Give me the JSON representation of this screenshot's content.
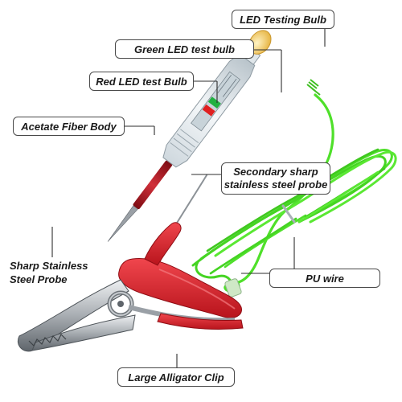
{
  "labels": {
    "led_testing_bulb": "LED Testing Bulb",
    "green_led": "Green LED test bulb",
    "red_led": "Red LED test Bulb",
    "acetate_body": "Acetate Fiber Body",
    "secondary_probe_line1": "Secondary sharp",
    "secondary_probe_line2": "stainless steel probe",
    "sharp_probe_line1": "Sharp Stainless",
    "sharp_probe_line2": "Steel Probe",
    "pu_wire": "PU  wire",
    "alligator_clip": "Large Alligator Clip"
  },
  "colors": {
    "wire_green": "#4fe02a",
    "wire_dark": "#2fb018",
    "probe_red": "#b3121d",
    "boot_red": "#e0262e",
    "bulb_yellow": "#f3d37a",
    "steel": "#9aa0a6",
    "body_clear": "#dfe6ea",
    "callout_border": "#4a4a4a"
  }
}
